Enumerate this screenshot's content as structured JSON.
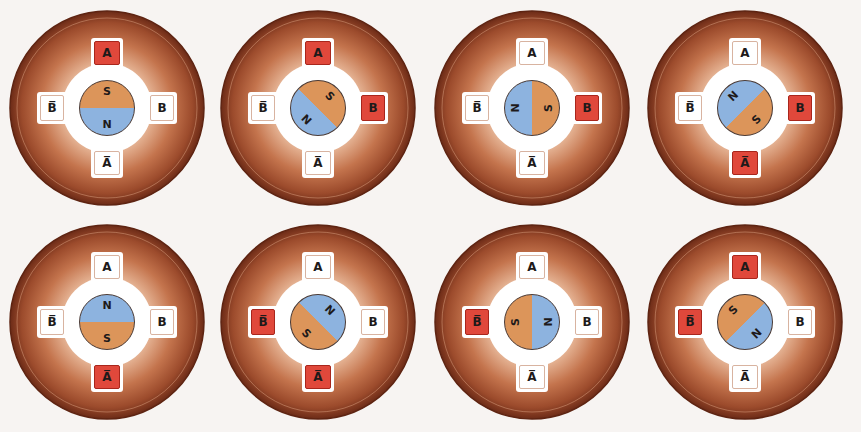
{
  "diagram": {
    "nodes": [
      {
        "text": [
          "A"
        ]
      },
      {
        "text": [
          "B̅"
        ]
      },
      {
        "text": [
          "S",
          "N"
        ]
      },
      {
        "text": [
          "B"
        ]
      },
      {
        "text": [
          "A̅"
        ]
      },
      {
        "text": [
          "A"
        ]
      },
      {
        "text": [
          "B̅"
        ]
      },
      {
        "text": [
          "S",
          "N"
        ]
      },
      {
        "text": [
          "B"
        ]
      },
      {
        "text": [
          "A̅"
        ]
      },
      {
        "text": [
          "A"
        ]
      },
      {
        "text": [
          "B̅"
        ]
      },
      {
        "text": [
          "N",
          "S"
        ]
      },
      {
        "text": [
          "B"
        ]
      },
      {
        "text": [
          "A̅"
        ]
      },
      {
        "text": [
          "A"
        ]
      },
      {
        "text": [
          "B̅"
        ]
      },
      {
        "text": [
          "N",
          "S"
        ]
      },
      {
        "text": [
          "B"
        ]
      },
      {
        "text": [
          "A̅"
        ]
      },
      {
        "text": [
          "A"
        ]
      },
      {
        "text": [
          "B̅"
        ]
      },
      {
        "text": [
          "N",
          "S"
        ]
      },
      {
        "text": [
          "B"
        ]
      },
      {
        "text": [
          "A̅"
        ]
      },
      {
        "text": [
          "A"
        ]
      },
      {
        "text": [
          "B̅"
        ]
      },
      {
        "text": [
          "N",
          "S"
        ]
      },
      {
        "text": [
          "B"
        ]
      },
      {
        "text": [
          "A̅"
        ]
      },
      {
        "text": [
          "A"
        ]
      },
      {
        "text": [
          "B̅"
        ]
      },
      {
        "text": [
          "S",
          "N"
        ]
      },
      {
        "text": [
          "B"
        ]
      },
      {
        "text": [
          "A̅"
        ]
      },
      {
        "text": [
          "A"
        ]
      },
      {
        "text": [
          "B̅"
        ]
      },
      {
        "text": [
          "S",
          "N"
        ]
      },
      {
        "text": [
          "B"
        ]
      },
      {
        "text": [
          "A̅"
        ]
      }
    ]
  }
}
